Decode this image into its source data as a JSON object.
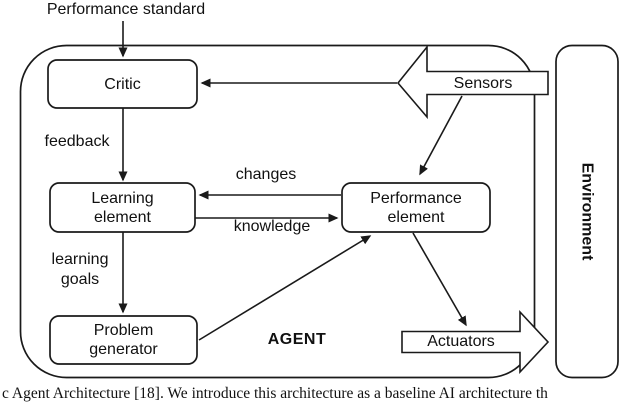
{
  "labels": {
    "performance_standard": "Performance standard"
  },
  "agent": {
    "name": "AGENT",
    "boxes": {
      "critic": {
        "label": "Critic"
      },
      "learning_element": {
        "line1": "Learning",
        "line2": "element"
      },
      "problem_generator": {
        "line1": "Problem",
        "line2": "generator"
      },
      "performance_element": {
        "line1": "Performance",
        "line2": "element"
      }
    },
    "edge_labels": {
      "feedback": "feedback",
      "changes": "changes",
      "knowledge": "knowledge",
      "learning_goals": {
        "line1": "learning",
        "line2": "goals"
      }
    }
  },
  "io": {
    "sensors_label": "Sensors",
    "actuators_label": "Actuators"
  },
  "environment": {
    "label": "Environment"
  },
  "caption": {
    "visible_text": "c Agent Architecture [18]. We introduce this architecture as a baseline AI architecture th"
  },
  "connections": [
    {
      "from": "Performance standard",
      "to": "Critic",
      "label": ""
    },
    {
      "from": "Sensors",
      "to": "Critic",
      "label": ""
    },
    {
      "from": "Critic",
      "to": "Learning element",
      "label": "feedback"
    },
    {
      "from": "Performance element",
      "to": "Learning element",
      "label": "changes"
    },
    {
      "from": "Learning element",
      "to": "Performance element",
      "label": "knowledge"
    },
    {
      "from": "Learning element",
      "to": "Problem generator",
      "label": "learning goals"
    },
    {
      "from": "Problem generator",
      "to": "Performance element",
      "label": ""
    },
    {
      "from": "Sensors",
      "to": "Performance element",
      "label": ""
    },
    {
      "from": "Performance element",
      "to": "Actuators",
      "label": ""
    }
  ],
  "colors": {
    "line": "#1a1a1a",
    "background": "#ffffff",
    "text": "#111111"
  }
}
